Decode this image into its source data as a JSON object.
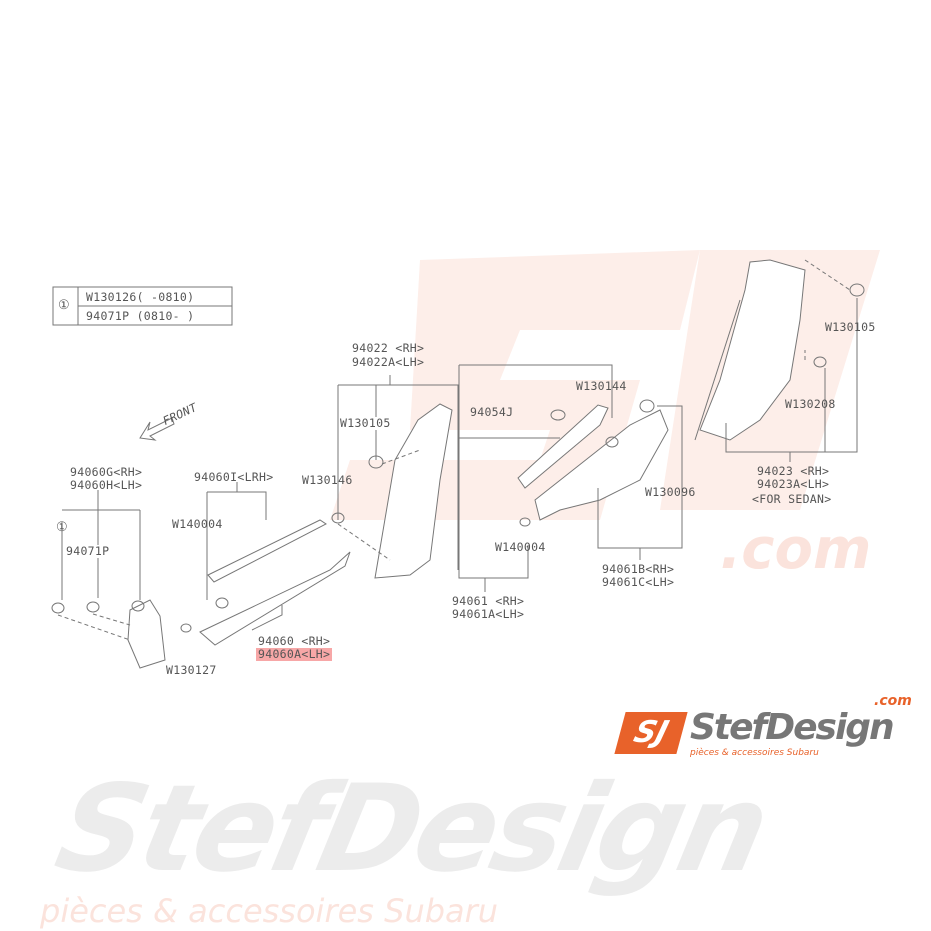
{
  "legend": {
    "symbol": "①",
    "rows": [
      "W130126( -0810)",
      "94071P (0810- )"
    ]
  },
  "front_label": "FRONT",
  "callouts": {
    "p94060G": "94060G<RH>",
    "p94060H": "94060H<LH>",
    "p94060I": "94060I<LRH>",
    "w140004_left": "W140004",
    "p94071P": "94071P",
    "circle_1": "①",
    "w130127": "W130127",
    "p94060": "94060 <RH>",
    "p94060A": "94060A<LH>",
    "p94022": "94022 <RH>",
    "p94022A": "94022A<LH>",
    "w130105_left": "W130105",
    "w130146": "W130146",
    "w130144": "W130144",
    "p94054J": "94054J",
    "w140004_mid": "W140004",
    "p94061": "94061 <RH>",
    "p94061A": "94061A<LH>",
    "w130096": "W130096",
    "p94061B": "94061B<RH>",
    "p94061C": "94061C<LH>",
    "w130105_right": "W130105",
    "w130208": "W130208",
    "p94023": "94023 <RH>",
    "p94023A": "94023A<LH>",
    "for_sedan": "<FOR SEDAN>"
  },
  "watermark": {
    "name": "StefDesign",
    "com": ".com",
    "tagline": "pièces & accessoires Subaru"
  },
  "logo": {
    "mark": "SJ",
    "name": "StefDesign",
    "com": ".com",
    "tagline": "pièces & accessoires Subaru"
  },
  "colors": {
    "highlight": "#f7a7a7",
    "brand": "#e8622a"
  }
}
